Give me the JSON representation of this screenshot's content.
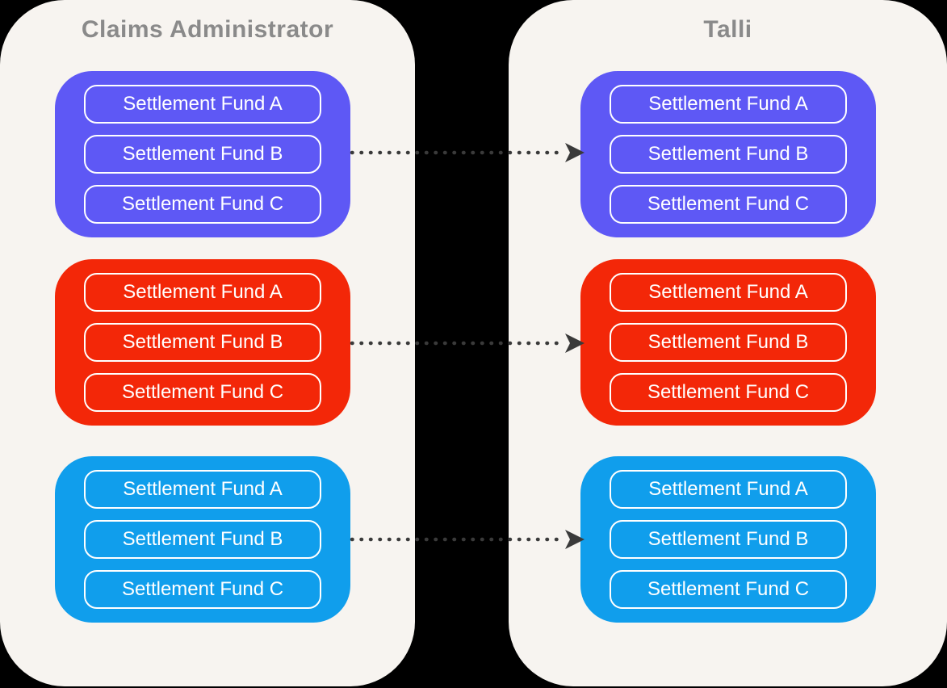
{
  "canvas": {
    "background_color": "#000000",
    "panel_background": "#F7F4F0",
    "title_color": "#8A8A8A"
  },
  "panels": [
    {
      "title": "Claims Administrator",
      "groups": [
        {
          "name": "purple",
          "color": "#5E58F5",
          "items": [
            "Settlement Fund A",
            "Settlement Fund B",
            "Settlement Fund C"
          ]
        },
        {
          "name": "red",
          "color": "#F32708",
          "items": [
            "Settlement Fund A",
            "Settlement Fund B",
            "Settlement Fund C"
          ]
        },
        {
          "name": "blue",
          "color": "#109EEC",
          "items": [
            "Settlement Fund A",
            "Settlement Fund B",
            "Settlement Fund C"
          ]
        }
      ]
    },
    {
      "title": "Talli",
      "groups": [
        {
          "name": "purple",
          "color": "#5E58F5",
          "items": [
            "Settlement Fund A",
            "Settlement Fund B",
            "Settlement Fund C"
          ]
        },
        {
          "name": "red",
          "color": "#F32708",
          "items": [
            "Settlement Fund A",
            "Settlement Fund B",
            "Settlement Fund C"
          ]
        },
        {
          "name": "blue",
          "color": "#109EEC",
          "items": [
            "Settlement Fund A",
            "Settlement Fund B",
            "Settlement Fund C"
          ]
        }
      ]
    }
  ],
  "arrows": {
    "color": "#3A3A3A",
    "style": "dotted",
    "direction": "left-to-right",
    "count": 3
  }
}
